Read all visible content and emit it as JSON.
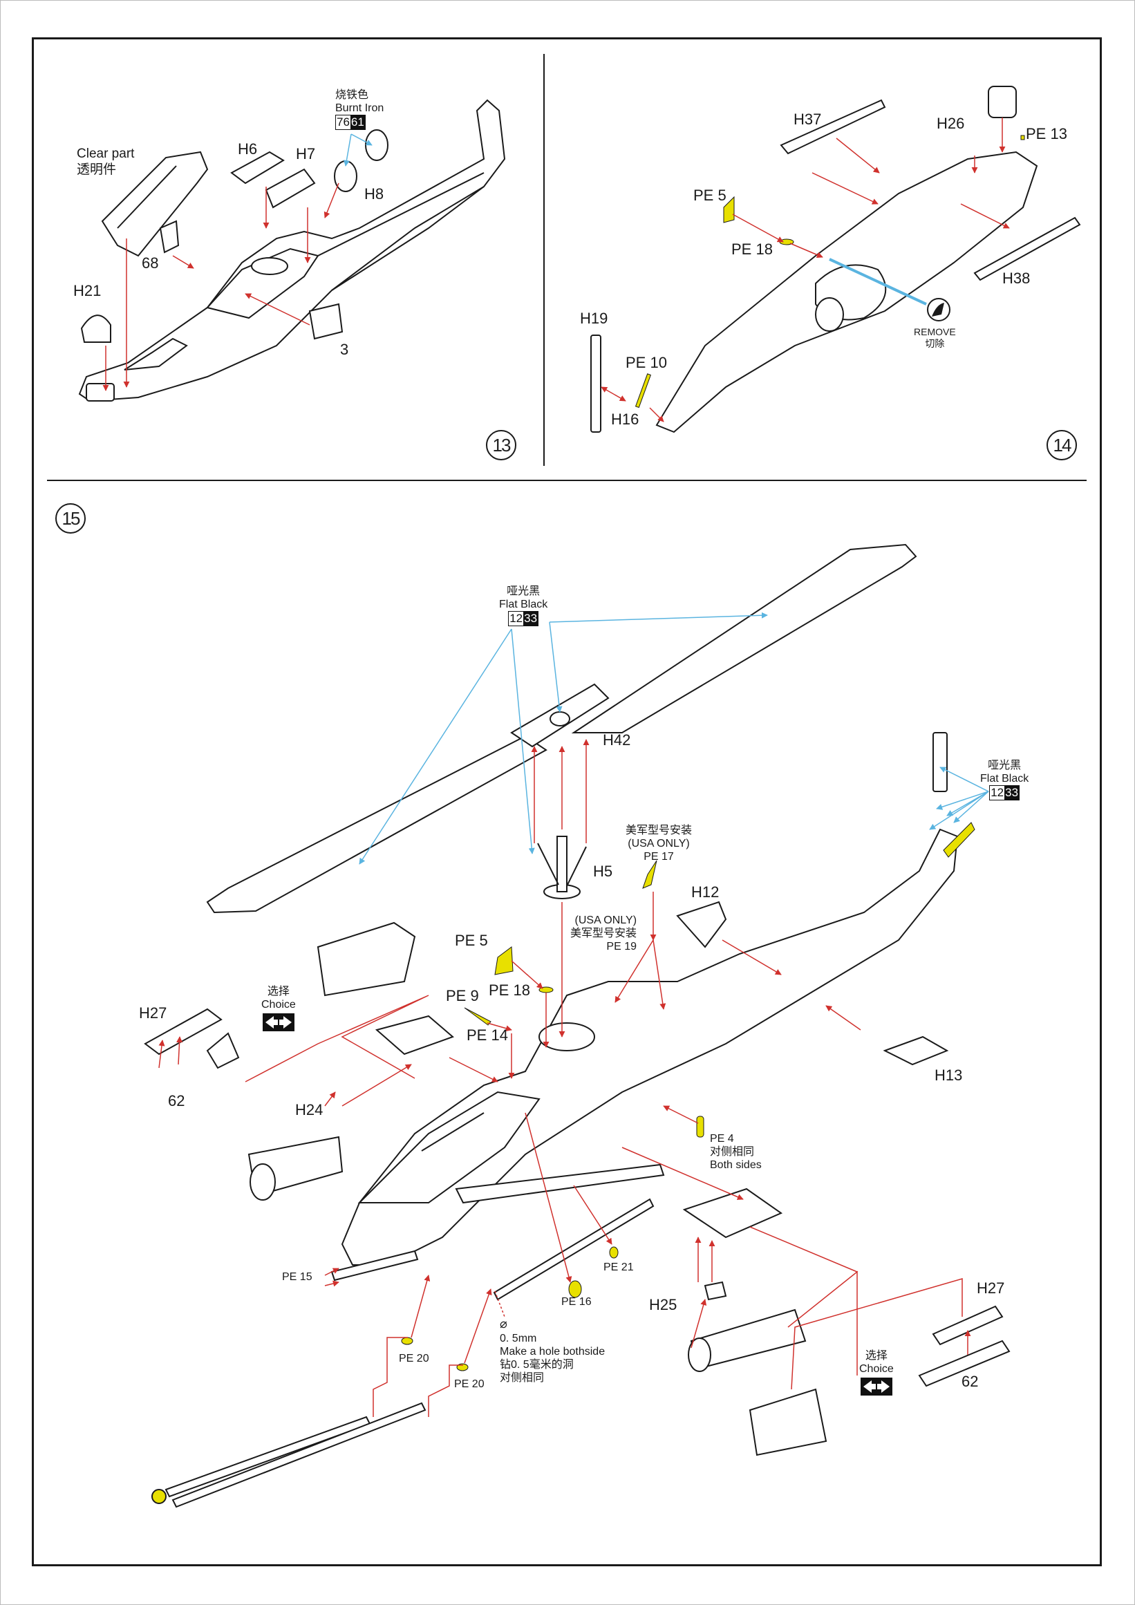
{
  "steps": [
    {
      "number": "13",
      "callouts": {
        "clear_part_en": "Clear part",
        "clear_part_cn": "透明件",
        "paint_cn": "烧铁色",
        "paint_en": "Burnt Iron",
        "paint_code_a": "76",
        "paint_code_b": "61",
        "parts": [
          "H6",
          "H7",
          "H8",
          "68",
          "H21",
          "3"
        ]
      }
    },
    {
      "number": "14",
      "callouts": {
        "parts": [
          "H37",
          "H26",
          "PE 13",
          "PE 5",
          "PE 18",
          "H38",
          "H19",
          "PE 10",
          "H16"
        ],
        "remove_en": "REMOVE",
        "remove_cn": "切除"
      }
    },
    {
      "number": "15",
      "callouts": {
        "paint_cn": "哑光黑",
        "paint_en": "Flat Black",
        "paint_code_a": "12",
        "paint_code_b": "33",
        "usa_only_cn": "美军型号安装",
        "usa_only_en": "(USA ONLY)",
        "choice_cn": "选择",
        "choice_en": "Choice",
        "pe4_cn": "对侧相同",
        "pe4_en": "Both sides",
        "hole_diameter": "0. 5mm",
        "hole_en": "Make  a  hole bothside",
        "hole_cn": "钻0. 5毫米的洞",
        "hole_cn2": "对侧相同",
        "parts": {
          "h42": "H42",
          "h5": "H5",
          "pe17": "PE 17",
          "h12": "H12",
          "pe19": "PE 19",
          "pe5": "PE 5",
          "pe18": "PE 18",
          "pe9": "PE 9",
          "pe14": "PE 14",
          "h27_left": "H27",
          "m62_left": "62",
          "h24": "H24",
          "h13": "H13",
          "pe4": "PE 4",
          "pe15": "PE 15",
          "pe20_a": "PE 20",
          "pe20_b": "PE 20",
          "pe16": "PE 16",
          "pe21": "PE 21",
          "h25": "H25",
          "h27_right": "H27",
          "m62_right": "62"
        }
      }
    }
  ],
  "colors": {
    "arrow_red": "#d0312d",
    "paint_blue": "#5ab4e0",
    "pe_yellow": "#e8e000",
    "line_dark": "#1a1a1a"
  }
}
